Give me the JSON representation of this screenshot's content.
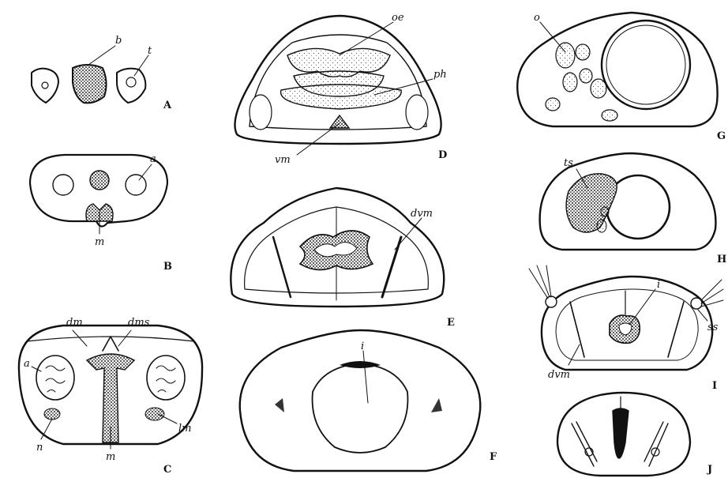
{
  "figure": {
    "panels": [
      {
        "id": "A",
        "caption": "A",
        "labels": [
          "b",
          "t"
        ]
      },
      {
        "id": "B",
        "caption": "B",
        "labels": [
          "a",
          "m"
        ]
      },
      {
        "id": "C",
        "caption": "C",
        "labels": [
          "dm",
          "dms",
          "a",
          "lm",
          "n",
          "m"
        ]
      },
      {
        "id": "D",
        "caption": "D",
        "labels": [
          "oe",
          "ph",
          "vm"
        ]
      },
      {
        "id": "E",
        "caption": "E",
        "labels": [
          "dvm"
        ]
      },
      {
        "id": "F",
        "caption": "F",
        "labels": [
          "i"
        ]
      },
      {
        "id": "G",
        "caption": "G",
        "labels": [
          "o"
        ]
      },
      {
        "id": "H",
        "caption": "H",
        "labels": [
          "ts"
        ]
      },
      {
        "id": "I",
        "caption": "I",
        "labels": [
          "i",
          "ss",
          "dvm"
        ]
      },
      {
        "id": "J",
        "caption": "J",
        "labels": []
      }
    ]
  },
  "colors": {
    "ink": "#111111",
    "stipple": "#333333",
    "paper": "#ffffff"
  }
}
